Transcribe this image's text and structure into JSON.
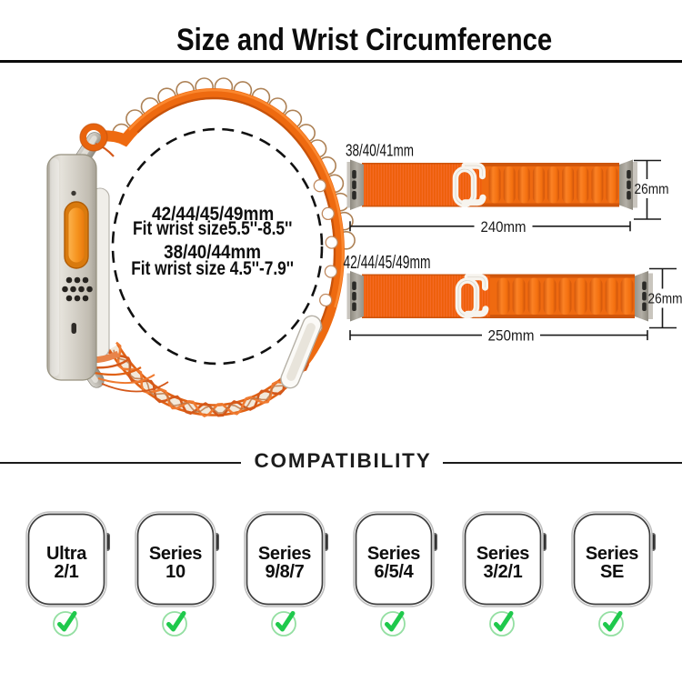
{
  "header": {
    "title": "Size and Wrist Circumference"
  },
  "size_info": {
    "large_size": "42/44/45/49mm",
    "large_fit": "Fit wrist size5.5''-8.5''",
    "small_size": "38/40/44mm",
    "small_fit": "Fit wrist size 4.5''-7.9''"
  },
  "band_diagrams": [
    {
      "label": "38/40/41mm",
      "length": "240mm",
      "width": "26mm"
    },
    {
      "label": "42/44/45/49mm",
      "length": "250mm",
      "width": "26mm"
    }
  ],
  "compatibility": {
    "heading": "COMPATIBILITY",
    "items": [
      {
        "line1": "Ultra",
        "line2": "2/1"
      },
      {
        "line1": "Series",
        "line2": "10"
      },
      {
        "line1": "Series",
        "line2": "9/8/7"
      },
      {
        "line1": "Series",
        "line2": "6/5/4"
      },
      {
        "line1": "Series",
        "line2": "3/2/1"
      },
      {
        "line1": "Series",
        "line2": "SE"
      }
    ]
  },
  "colors": {
    "band_orange": "#ef6a10",
    "band_orange_dark": "#c9530c",
    "band_orange_light": "#fb8a2e",
    "action_button_orange": "#f08519",
    "titanium_gray": "#d6d2c9",
    "adapter_gray": "#a8a49d",
    "check_green": "#1fc94c",
    "line_black": "#111111"
  }
}
